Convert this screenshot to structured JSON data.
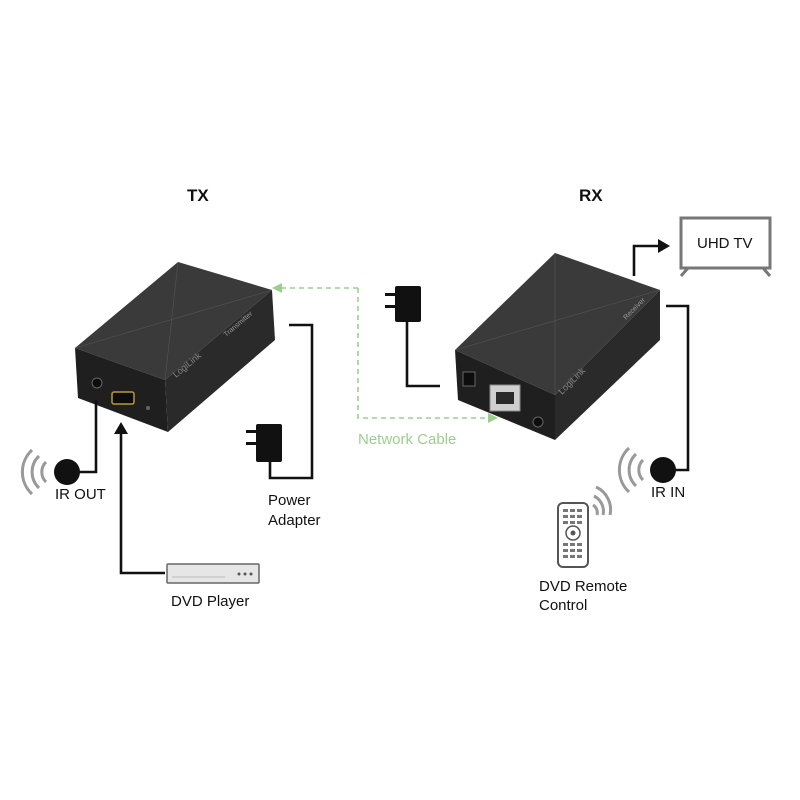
{
  "headers": {
    "tx": "TX",
    "rx": "RX"
  },
  "labels": {
    "ir_out": "IR OUT",
    "power_adapter_line1": "Power",
    "power_adapter_line2": "Adapter",
    "dvd_player": "DVD Player",
    "network_cable": "Network Cable",
    "uhd_tv": "UHD TV",
    "ir_in": "IR IN",
    "dvd_remote_line1": "DVD Remote",
    "dvd_remote_line2": "Control"
  },
  "device_text": {
    "tx_brand": "LogiLink",
    "tx_model": "Transmitter",
    "rx_brand": "LogiLink",
    "rx_model": "Receiver"
  },
  "colors": {
    "device_body": "#2b2b2b",
    "cable": "#111111",
    "network_cable": "#9ccf8e"
  }
}
